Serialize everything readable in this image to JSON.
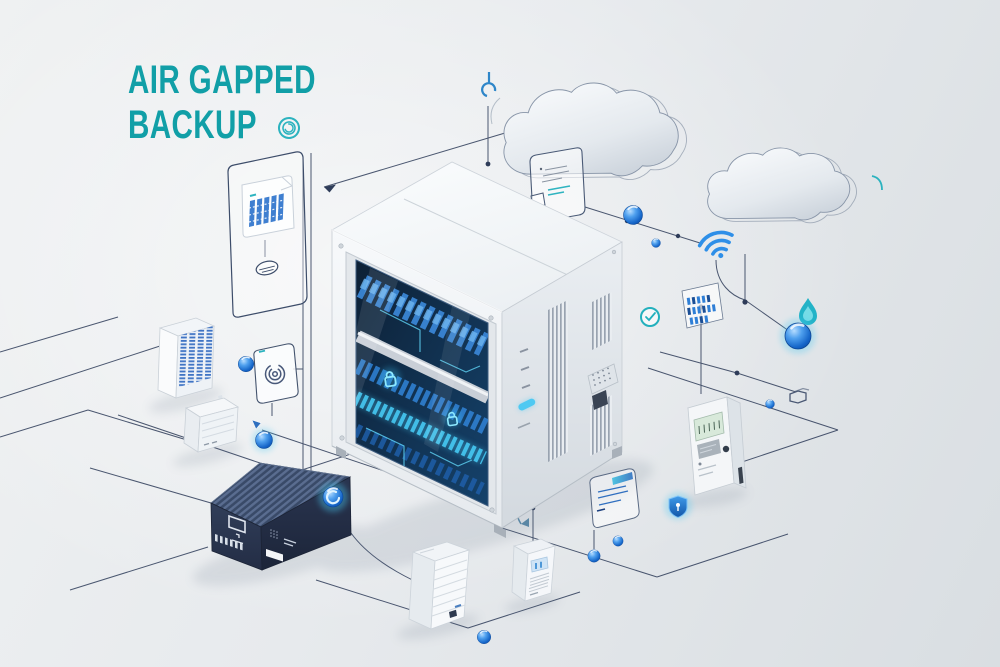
{
  "title": {
    "line1": "AIR GAPPED",
    "line2": "BACKUP"
  },
  "palette": {
    "accent_teal": "#119fa7",
    "line_navy": "#2e3c59",
    "icon_blue": "#1e78d2",
    "glow_cyan": "#46c8f2",
    "cloud_fill": "#eef2f5",
    "dark_device": "#2c3850",
    "server_body": "#f3f6f8",
    "background": "#e8ebee"
  },
  "icons": {
    "swirl-icon": {
      "shape": "concentric-spiral",
      "glyph": "◎",
      "color": "#2cb3bf"
    },
    "hook-icon": {
      "shape": "hook-pin",
      "glyph": "⌗",
      "color": "#2e86c9"
    },
    "wifi-icon": {
      "shape": "signal-arcs",
      "glyph": "≋",
      "color": "#2e8fe8"
    },
    "flame-icon": {
      "shape": "flame",
      "glyph": "♨",
      "color": "#23b3c7"
    },
    "shield-icon": {
      "shape": "shield",
      "glyph": "⛨",
      "color": "#2e8fe0"
    },
    "padlock-icon": {
      "shape": "padlock",
      "glyph": "🔒",
      "color": "#8ee9ff"
    },
    "fingerprint-icon": {
      "shape": "spiral-print",
      "glyph": "◉",
      "color": "#49597a"
    },
    "monitor-icon": {
      "shape": "monitor-outline",
      "glyph": "🖵",
      "color": "#dfe5ee"
    },
    "cursor-icon": {
      "shape": "pointer",
      "glyph": "➤",
      "color": "#2e6fbf"
    },
    "tag-icon": {
      "shape": "folder-outline",
      "glyph": "🗀",
      "color": "#4a5874"
    },
    "glossy-node-icon": {
      "shape": "gloss-disc",
      "glyph": "●",
      "color": "#2e86e0"
    },
    "leaf-stack-icon": {
      "shape": "hatched-ellipse",
      "glyph": "☰",
      "color": "#3d4d6a"
    },
    "check-ring-icon": {
      "shape": "ring-check",
      "glyph": "✓",
      "color": "#23b0bd"
    }
  },
  "components": [
    "air-gapped-backup-server",
    "cloud-storage-primary",
    "cloud-storage-secondary",
    "offline-vault-box",
    "rack-tower",
    "network-modem",
    "fingerprint-card",
    "document-panel",
    "note-card",
    "data-matrix-card",
    "credential-card",
    "backup-module-a",
    "backup-module-b",
    "wall-control-unit",
    "network-links"
  ]
}
